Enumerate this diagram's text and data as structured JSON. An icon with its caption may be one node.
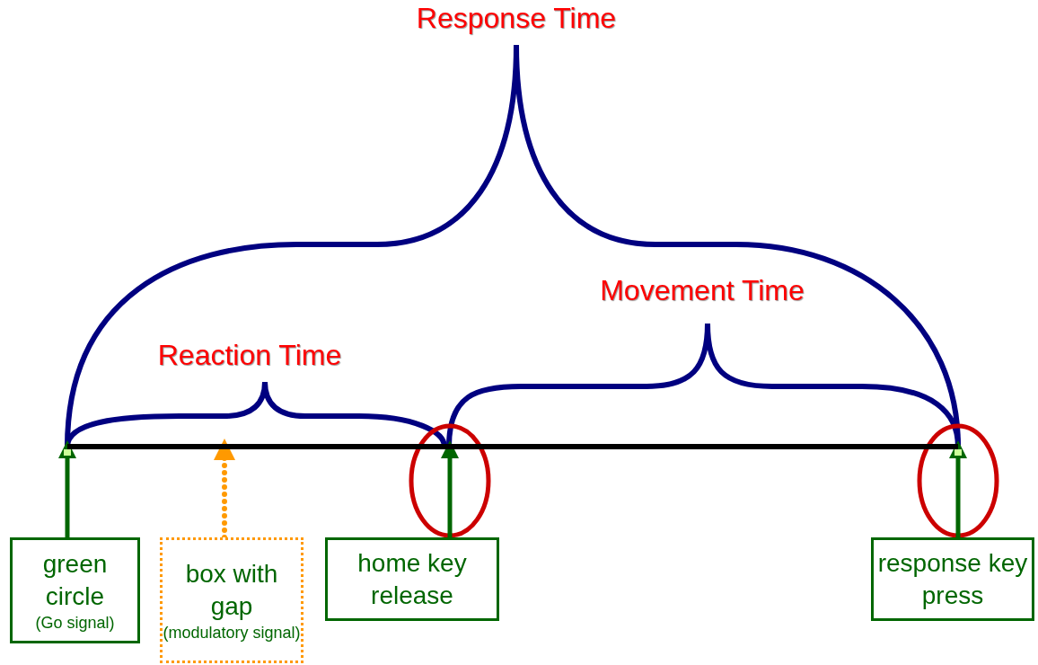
{
  "diagram": {
    "nodes": [
      {
        "text": [],
        "shape": "bar"
      },
      {
        "text": [
          "green circle",
          "(Go signal)"
        ]
      },
      {
        "text": [
          "box with gap",
          "(modulatory signal)"
        ]
      },
      {
        "text": [
          "home key release"
        ]
      },
      {
        "text": [
          "response key press"
        ]
      }
    ],
    "edges": [
      {
        "from": 1,
        "to": 0,
        "arrow": "to"
      },
      {
        "from": 2,
        "to": 0,
        "arrow": "to",
        "style": "dashed",
        "color": "#ff9900"
      },
      {
        "from": 3,
        "to": 0,
        "arrow": "to"
      },
      {
        "from": 4,
        "to": 0,
        "arrow": "to"
      }
    ],
    "labels": [
      "Response Time",
      "Movement Time",
      "Reaction Time"
    ]
  }
}
